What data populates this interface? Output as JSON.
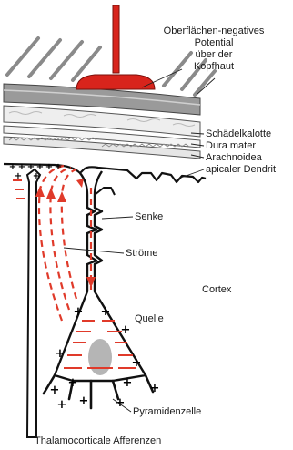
{
  "labels": {
    "surface_potential": [
      "Oberflächen-negatives",
      "Potential",
      "über der",
      "Kopfhaut"
    ],
    "skull": "Schädelkalotte",
    "dura": "Dura mater",
    "arachnoid": "Arachnoidea",
    "apical_dendrite": "apicaler Dendrit",
    "sink": "Senke",
    "currents": "Ströme",
    "cortex": "Cortex",
    "source": "Quelle",
    "pyramidal_cell": "Pyramidenzelle",
    "thalamocortical": "Thalamocorticale Afferenzen"
  },
  "symbols": {
    "plus": "+",
    "minus": "−"
  },
  "colors": {
    "electrode": "#d8241c",
    "current": "#e03a2a",
    "scalp_gray": "#8a8a8a",
    "cell_body": "#b5b5b5",
    "outline": "#111111"
  }
}
